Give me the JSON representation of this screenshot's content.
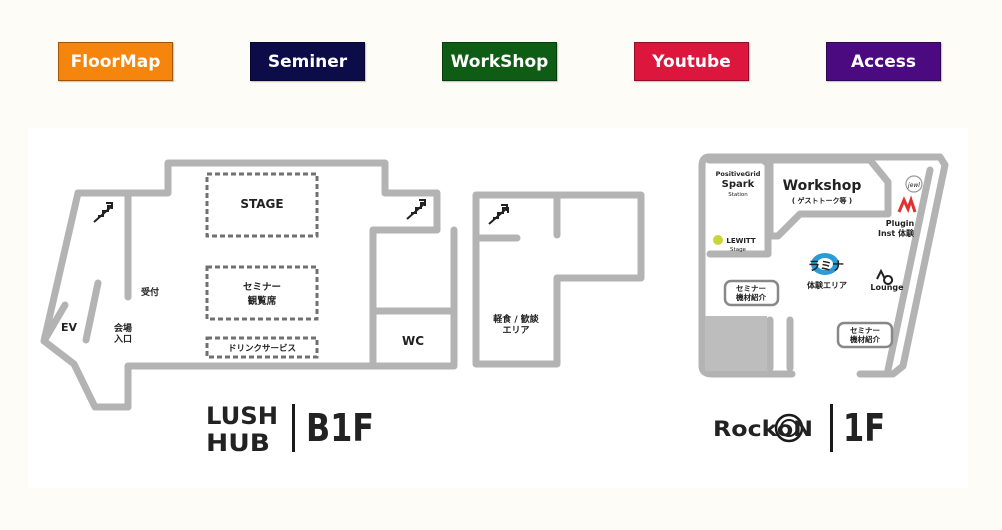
{
  "nav": {
    "items": [
      {
        "id": "floormap",
        "label": "FloorMap",
        "color": "#f5850c"
      },
      {
        "id": "seminer",
        "label": "Seminer",
        "color": "#0c0c48"
      },
      {
        "id": "workshop",
        "label": "WorkShop",
        "color": "#0f5c14"
      },
      {
        "id": "youtube",
        "label": "Youtube",
        "color": "#dd163e"
      },
      {
        "id": "access",
        "label": "Access",
        "color": "#4b0a80"
      }
    ]
  },
  "b1f": {
    "brand_line1": "LUSH",
    "brand_line2": "HUB",
    "floor": "B1F",
    "rooms": {
      "stage": "STAGE",
      "seminar_line1": "セミナー",
      "seminar_line2": "観覧席",
      "drink": "ドリンクサービス",
      "reception": "受付",
      "entrance_line1": "会場",
      "entrance_line2": "入口",
      "ev": "EV",
      "wc": "WC",
      "food_line1": "軽食 / 歓談",
      "food_line2": "エリア"
    }
  },
  "f1": {
    "brand": "RockoN",
    "floor": "1F",
    "rooms": {
      "spark_line1": "PositiveGrid",
      "spark_line2": "Spark",
      "spark_line3": "Station",
      "workshop": "Workshop",
      "workshop_sub": "( ゲストトーク等 )",
      "lewitt": "LEWITT",
      "lewitt_sub": "Stage",
      "experience": "体験エリア",
      "plugin_line1": "Plugin",
      "plugin_line2": "Inst 体験",
      "lounge": "Lounge",
      "seminar_intro_line1": "セミナー",
      "seminar_intro_line2": "機材紹介",
      "seminar_intro2_line1": "セミナー",
      "seminar_intro2_line2": "機材紹介"
    }
  },
  "colors": {
    "wall": "#b3b3b3",
    "wall_dark": "#6f6f6f",
    "panel_bg": "#ffffff",
    "page_bg": "#fdfcf6"
  }
}
